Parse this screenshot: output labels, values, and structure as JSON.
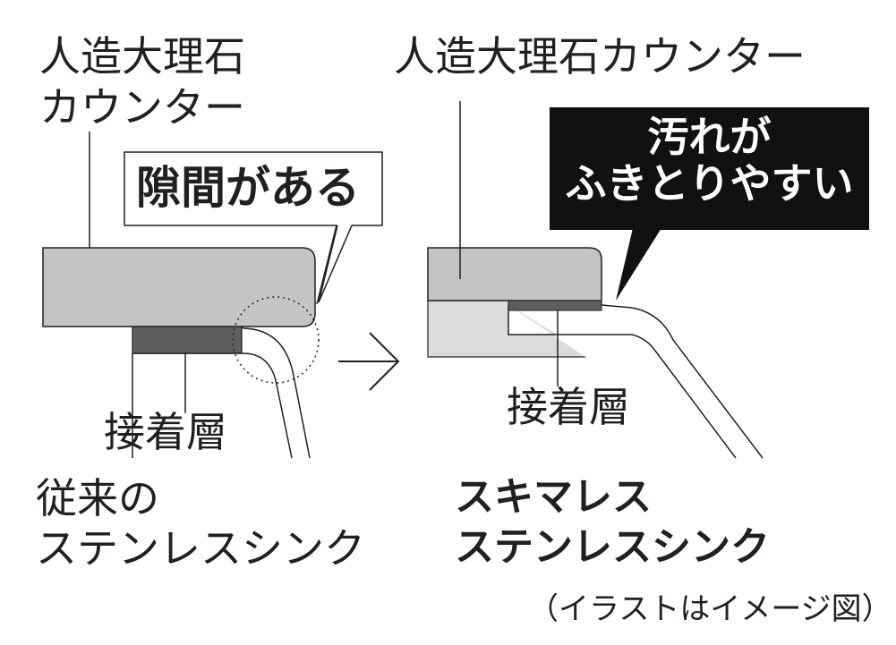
{
  "left": {
    "counter_label_line1": "人造大理石",
    "counter_label_line2": "カウンター",
    "callout": "隙間がある",
    "adhesive_label": "接着層",
    "sink_label_line1": "従来の",
    "sink_label_line2": "ステンレスシンク"
  },
  "right": {
    "counter_label": "人造大理石カウンター",
    "callout_line1": "汚れが",
    "callout_line2": "ふきとりやすい",
    "adhesive_label": "接着層",
    "sink_label_line1": "スキマレス",
    "sink_label_line2": "ステンレスシンク"
  },
  "note": "（イラストはイメージ図）",
  "colors": {
    "counter_fill": "#c4c4c4",
    "adhesive_fill": "#5e5e5e",
    "substrate_fill": "#dcdcdc",
    "ink": "#231f20",
    "callout_dark": "#111111"
  }
}
